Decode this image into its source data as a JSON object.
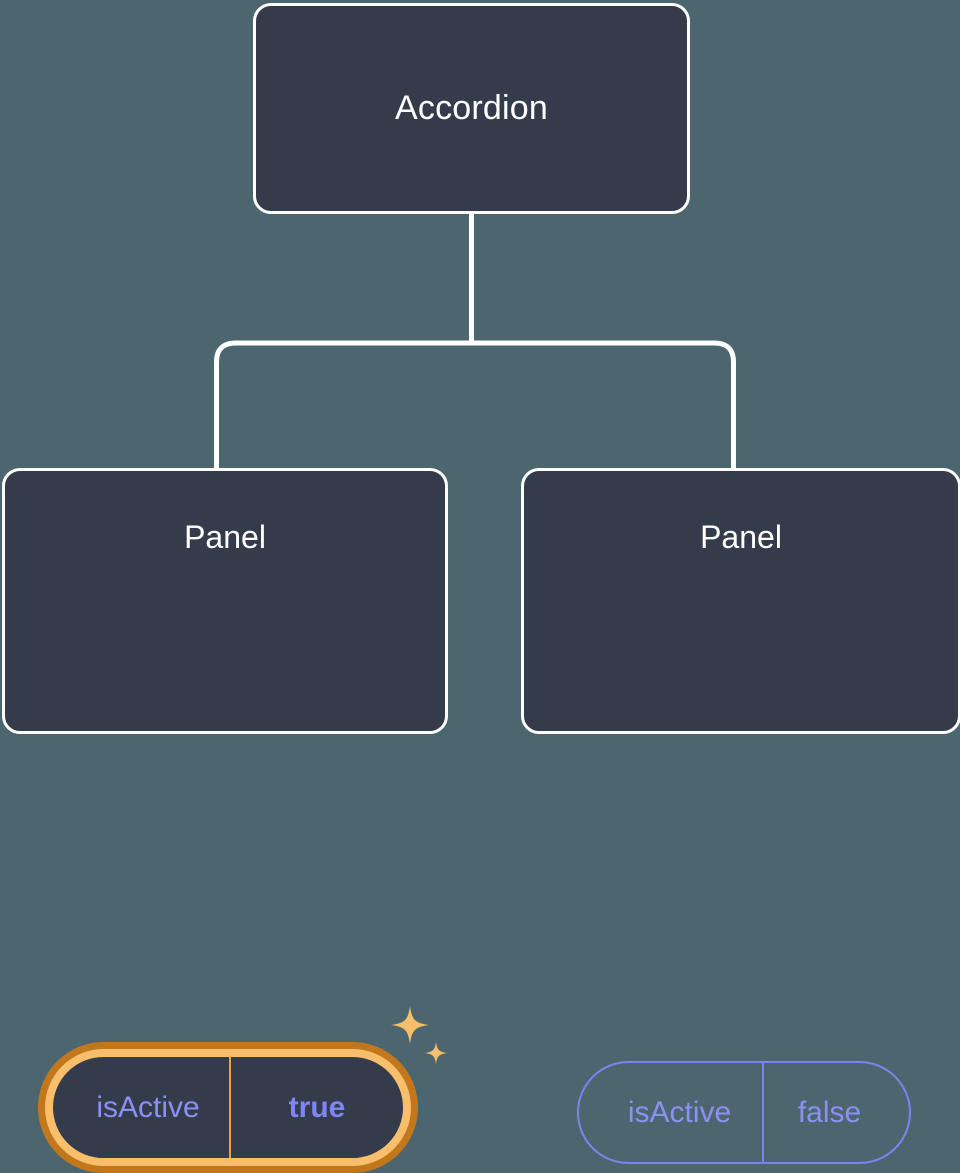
{
  "canvas": {
    "background_color": "#4c666f",
    "node_fill_color": "#343c4b",
    "node_border_color": "#ffffff",
    "connector_color": "#ffffff",
    "prop_text_color": "#8b90f3",
    "prop_border_color": "#7c83ef",
    "highlight_outer_color": "#c2771d",
    "highlight_inner_color": "#f8be6b",
    "sparkle_color": "#f8be6b"
  },
  "tree": {
    "root": {
      "title": "Accordion"
    },
    "children": [
      {
        "title": "Panel",
        "prop": {
          "key": "isActive",
          "value": "true"
        },
        "highlighted": true,
        "sparkle_icon": "sparkles-icon"
      },
      {
        "title": "Panel",
        "prop": {
          "key": "isActive",
          "value": "false"
        },
        "highlighted": false
      }
    ]
  }
}
